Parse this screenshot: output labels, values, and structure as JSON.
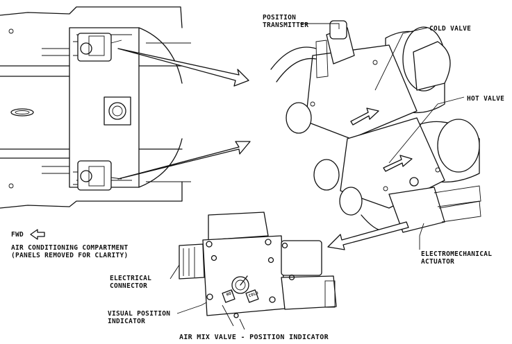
{
  "labels": {
    "position_transmitter_1": "POSITION",
    "position_transmitter_2": "TRANSMITTER",
    "cold_valve": "COLD VALVE",
    "hot_valve": "HOT VALVE",
    "fwd": "FWD",
    "compartment_1": "AIR CONDITIONING COMPARTMENT",
    "compartment_2": "(PANELS REMOVED FOR CLARITY)",
    "actuator_1": "ELECTROMECHANICAL",
    "actuator_2": "ACTUATOR",
    "connector_1": "ELECTRICAL",
    "connector_2": "CONNECTOR",
    "indicator_1": "VISUAL POSITION",
    "indicator_2": "INDICATOR",
    "title": "AIR MIX VALVE - POSITION INDICATOR",
    "dial_hot": "HOT",
    "dial_cold": "COLD"
  },
  "colors": {
    "line": "#111111",
    "background": "#ffffff"
  }
}
